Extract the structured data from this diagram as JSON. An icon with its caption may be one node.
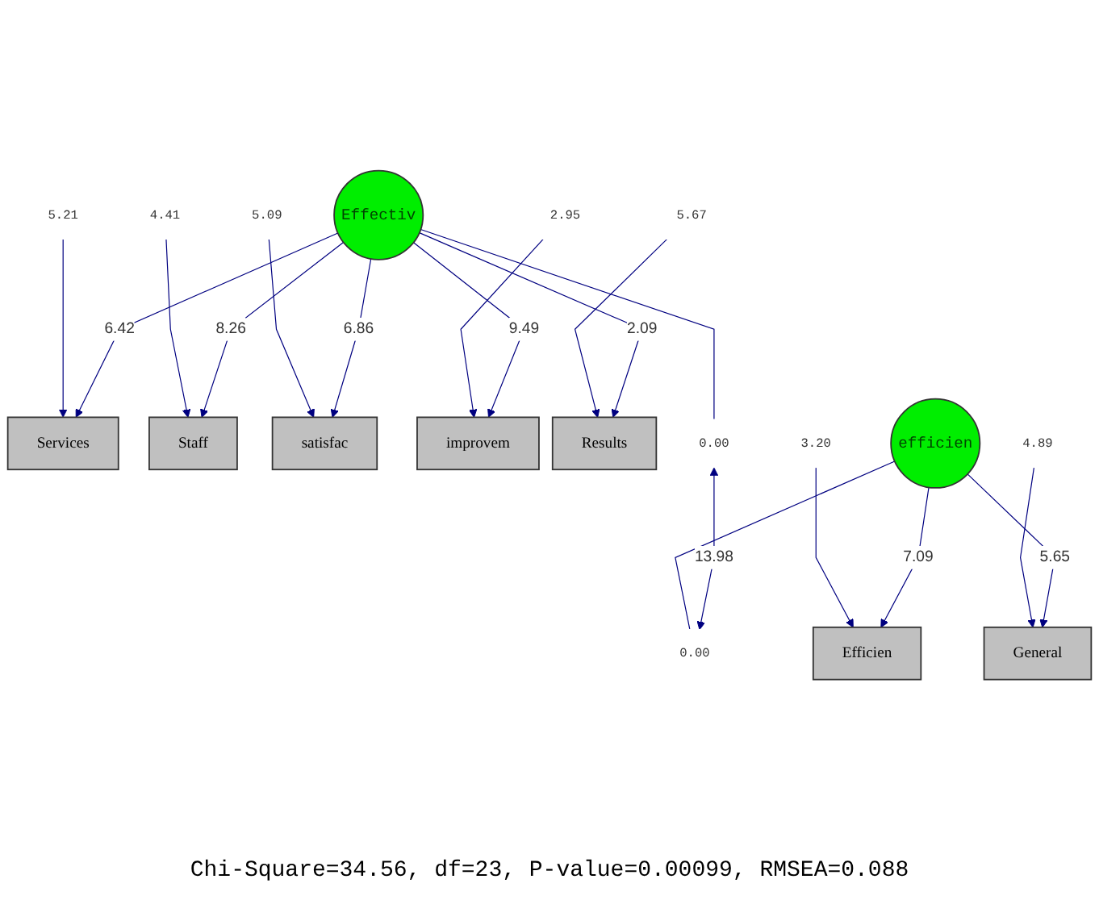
{
  "diagram": {
    "caption": "Chi-Square=34.56, df=23, P-value=0.00099, RMSEA=0.088",
    "nodes": [
      {
        "text": [
          "5.21"
        ]
      },
      {
        "text": [
          "Services"
        ]
      },
      {
        "text": [
          "4.41"
        ]
      },
      {
        "text": [
          "Staff"
        ]
      },
      {
        "text": [
          "5.09"
        ]
      },
      {
        "text": [
          "satisfac"
        ]
      },
      {
        "text": [
          "2.95"
        ]
      },
      {
        "text": [
          "improvem"
        ]
      },
      {
        "text": [
          "5.67"
        ]
      },
      {
        "text": [
          "Results"
        ]
      },
      {
        "text": [
          "3.20"
        ]
      },
      {
        "text": [
          "Efficien"
        ]
      },
      {
        "text": [
          "4.89"
        ]
      },
      {
        "text": [
          "General"
        ]
      },
      {
        "text": [
          "Effectiv"
        ]
      },
      {
        "text": [
          "0.00"
        ]
      },
      {
        "text": [
          "efficien"
        ]
      },
      {
        "text": [
          "0.00"
        ]
      }
    ],
    "edges": [
      {
        "from": 0,
        "to": 1,
        "arrow": "to"
      },
      {
        "from": 2,
        "to": 3,
        "arrow": "to"
      },
      {
        "from": 4,
        "to": 5,
        "arrow": "to"
      },
      {
        "from": 6,
        "to": 7,
        "arrow": "to"
      },
      {
        "from": 8,
        "to": 9,
        "arrow": "to"
      },
      {
        "from": 10,
        "to": 11,
        "arrow": "to"
      },
      {
        "from": 12,
        "to": 13,
        "arrow": "to"
      },
      {
        "from": 14,
        "to": 1,
        "arrow": "to",
        "label": "6.42"
      },
      {
        "from": 14,
        "to": 3,
        "arrow": "to",
        "label": "8.26"
      },
      {
        "from": 14,
        "to": 5,
        "arrow": "to",
        "label": "6.86"
      },
      {
        "from": 14,
        "to": 7,
        "arrow": "to",
        "label": "9.49"
      },
      {
        "from": 14,
        "to": 9,
        "arrow": "to",
        "label": "2.09"
      },
      {
        "from": 16,
        "to": 11,
        "arrow": "to",
        "label": "7.09"
      },
      {
        "from": 16,
        "to": 13,
        "arrow": "to",
        "label": "5.65"
      },
      {
        "from": 14,
        "to": 15,
        "arrow": "none"
      },
      {
        "from": 16,
        "to": 17,
        "arrow": "none"
      },
      {
        "from": 15,
        "to": 17,
        "arrow": "both",
        "label": "13.98"
      }
    ]
  }
}
